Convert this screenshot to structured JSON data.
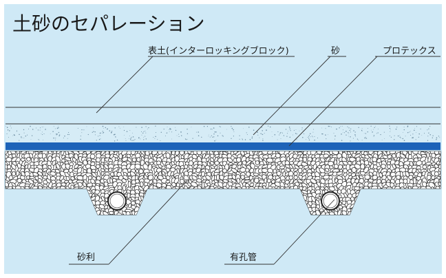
{
  "title": "土砂のセパレーション",
  "labels": {
    "topsoil": "表土(インターロッキングブロック)",
    "sand": "砂",
    "protex": "プロテックス",
    "gravel": "砂利",
    "pipe": "有孔管"
  },
  "colors": {
    "background": "#cfe9f6",
    "frame": "#ffffff",
    "sand_layer": "#d6ecf6",
    "protex_sheet": "#1d63b8",
    "gravel_fill": "#ffffff",
    "gravel_stone": "#333333"
  }
}
